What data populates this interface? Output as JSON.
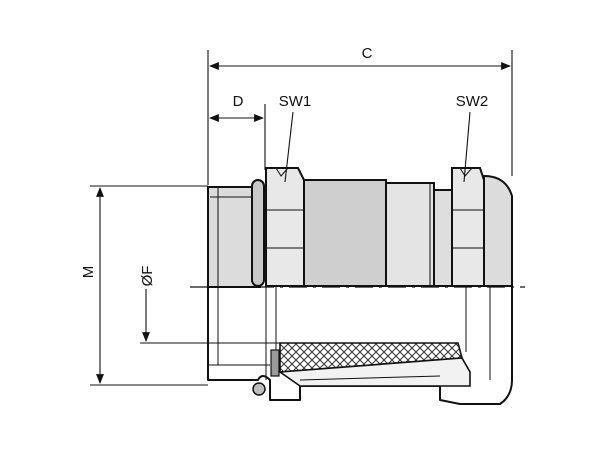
{
  "labels": {
    "c": "C",
    "d": "D",
    "sw1": "SW1",
    "sw2": "SW2",
    "m": "M",
    "f": "ØF"
  },
  "colors": {
    "line": "#111111",
    "gray_body": "#d4d4d4",
    "gray_dark": "#bdbdbd",
    "gray_light": "#e6e6e6",
    "hatch": "#444444"
  }
}
